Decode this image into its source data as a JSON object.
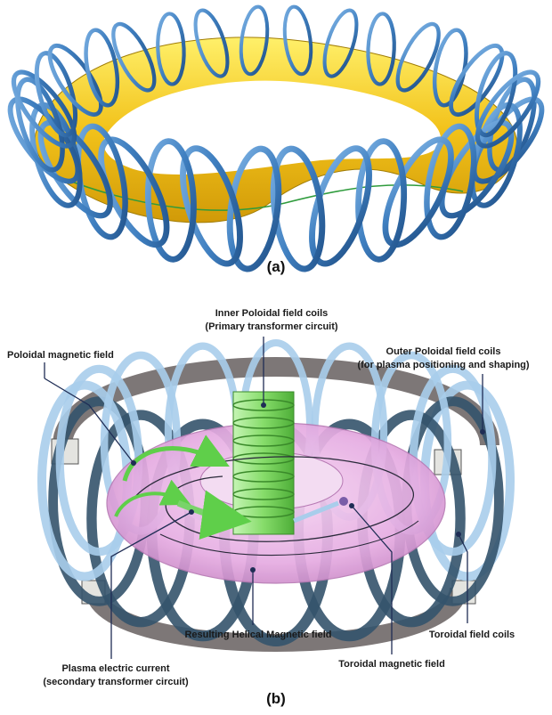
{
  "panel_a": {
    "label": "(a)"
  },
  "panel_b": {
    "label": "(b)",
    "callouts": {
      "inner_poloidal_line1": "Inner Poloidal field coils",
      "inner_poloidal_line2": "(Primary transformer circuit)",
      "poloidal_magnetic_field": "Poloidal magnetic field",
      "outer_poloidal_line1": "Outer Poloidal field coils",
      "outer_poloidal_line2": "(for plasma positioning and shaping)",
      "resulting_helical": "Resulting Helical Magnetic field",
      "toroidal_field_coils": "Toroidal field coils",
      "plasma_current_line1": "Plasma electric current",
      "plasma_current_line2": "(secondary transformer circuit)",
      "toroidal_magnetic_field": "Toroidal magnetic field"
    }
  },
  "colors": {
    "coil_blue": "#3f7fc0",
    "coil_blue_dark": "#1f4f86",
    "plasma_yellow": "#f2c21a",
    "plasma_pink": "#e9b6e6",
    "solenoid_green": "#86dc6a",
    "tf_coil_light": "#a9cdeb",
    "tf_coil_dark": "#34536b",
    "pf_coil_grey": "#7d7777",
    "leader_line": "#1f2d55"
  }
}
